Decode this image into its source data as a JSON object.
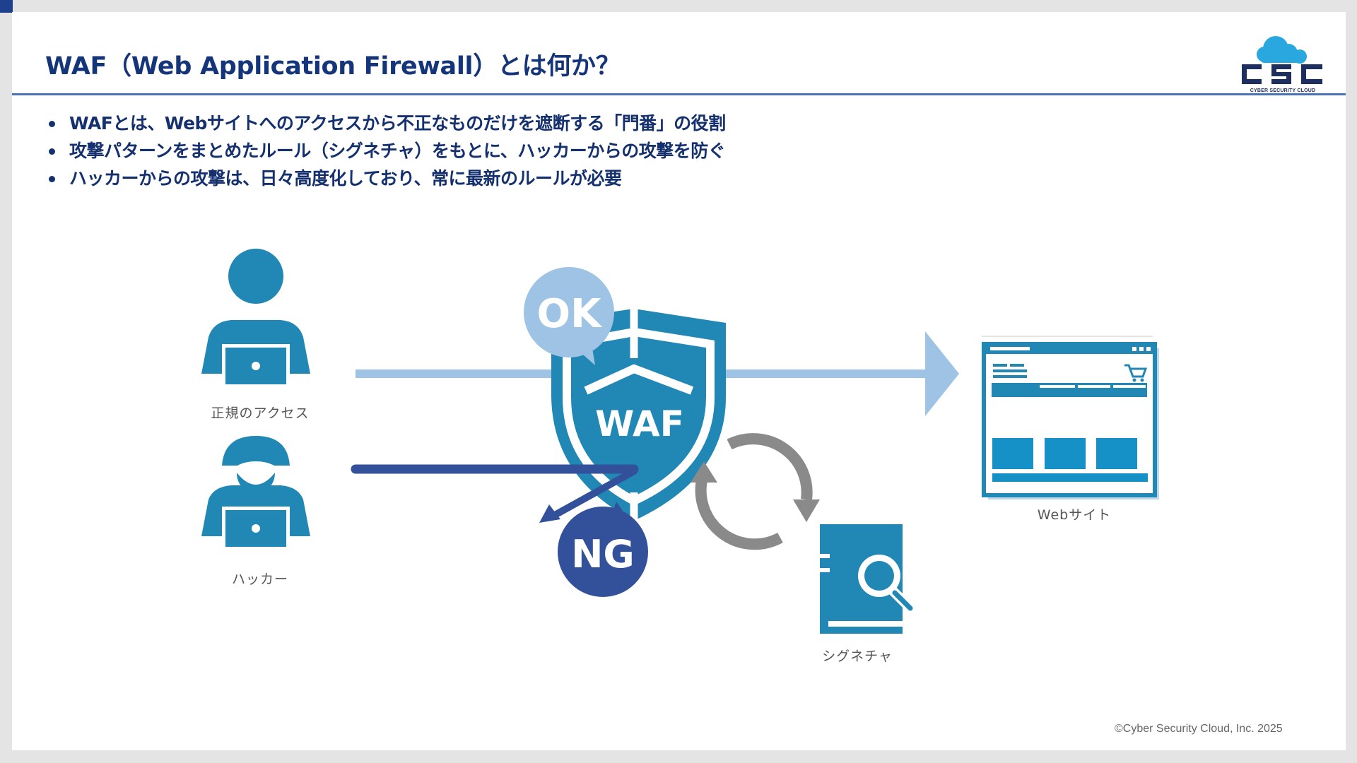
{
  "slide": {
    "title": "WAF（Web Application Firewall）とは何か？",
    "bullets": [
      "WAFとは、Webサイトへのアクセスから不正なものだけを遮断する「門番」の役割",
      "攻撃パターンをまとめたルール（シグネチャ）をもとに、ハッカーからの攻撃を防ぐ",
      "ハッカーからの攻撃は、日々高度化しており、常に最新のルールが必要"
    ],
    "logo": {
      "name": "CSC",
      "subtext": "CYBER SECURITY CLOUD"
    },
    "copyright": "©Cyber Security Cloud, Inc. 2025"
  },
  "diagram": {
    "nodes": {
      "legit_user": "正規のアクセス",
      "hacker": "ハッカー",
      "waf": "WAF",
      "website": "Webサイト",
      "signature": "シグネチャ"
    },
    "badges": {
      "ok": "OK",
      "ng": "NG"
    }
  },
  "colors": {
    "navy": "#15357a",
    "primary_blue": "#2187b5",
    "light_blue": "#9ec3e4",
    "dark_blue": "#33519a",
    "gray": "#8a8a8a"
  },
  "icons": [
    "user-laptop-icon",
    "hooded-hacker-icon",
    "waf-shield-icon",
    "website-browser-icon",
    "signature-book-icon",
    "refresh-cycle-icon",
    "cloud-logo-icon"
  ]
}
